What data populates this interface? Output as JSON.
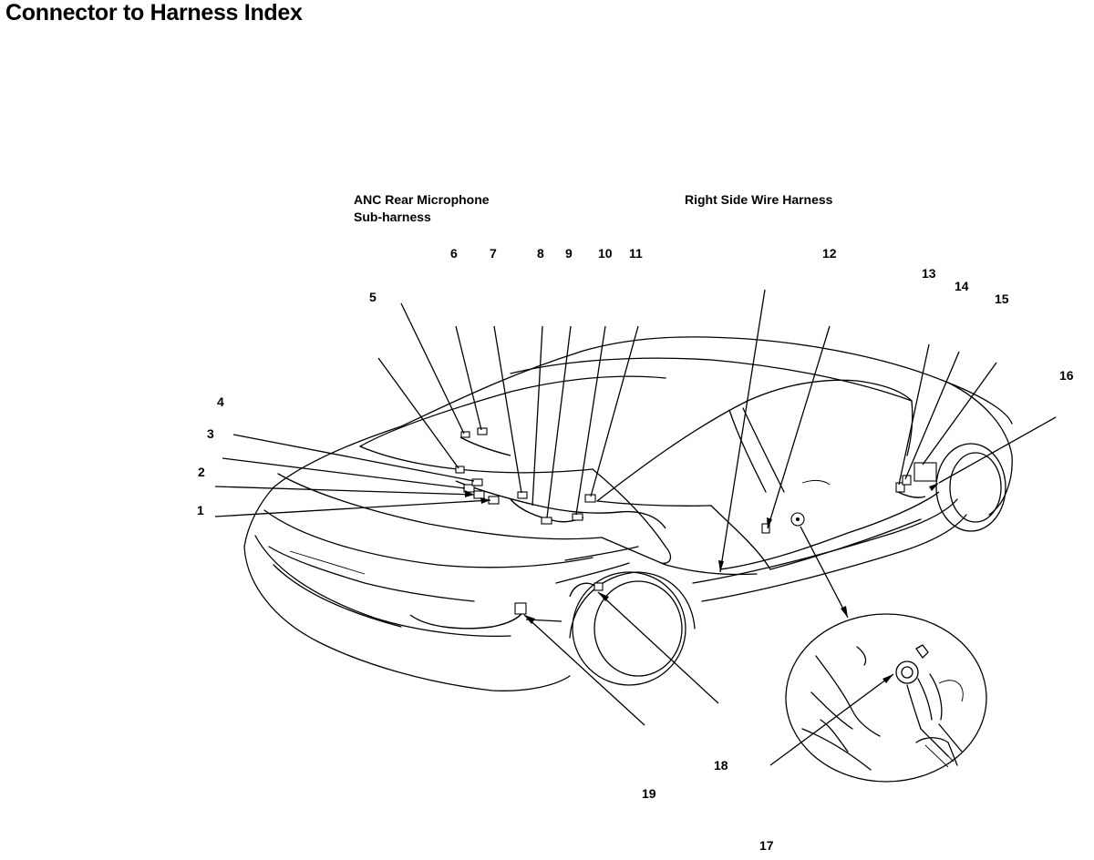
{
  "title": "Connector to Harness Index",
  "sections": {
    "anc_line1": "ANC Rear Microphone",
    "anc_line2": "Sub-harness",
    "right_side": "Right Side Wire Harness"
  },
  "callouts": {
    "c1": "1",
    "c2": "2",
    "c3": "3",
    "c4": "4",
    "c5": "5",
    "c6": "6",
    "c7": "7",
    "c8": "8",
    "c9": "9",
    "c10": "10",
    "c11": "11",
    "c12": "12",
    "c13": "13",
    "c14": "14",
    "c15": "15",
    "c16": "16",
    "c17": "17",
    "c18": "18",
    "c19": "19"
  },
  "diagram": {
    "subject": "car-body-rear-three-quarter-view",
    "detail_inset": "ground-terminal-close-up"
  }
}
